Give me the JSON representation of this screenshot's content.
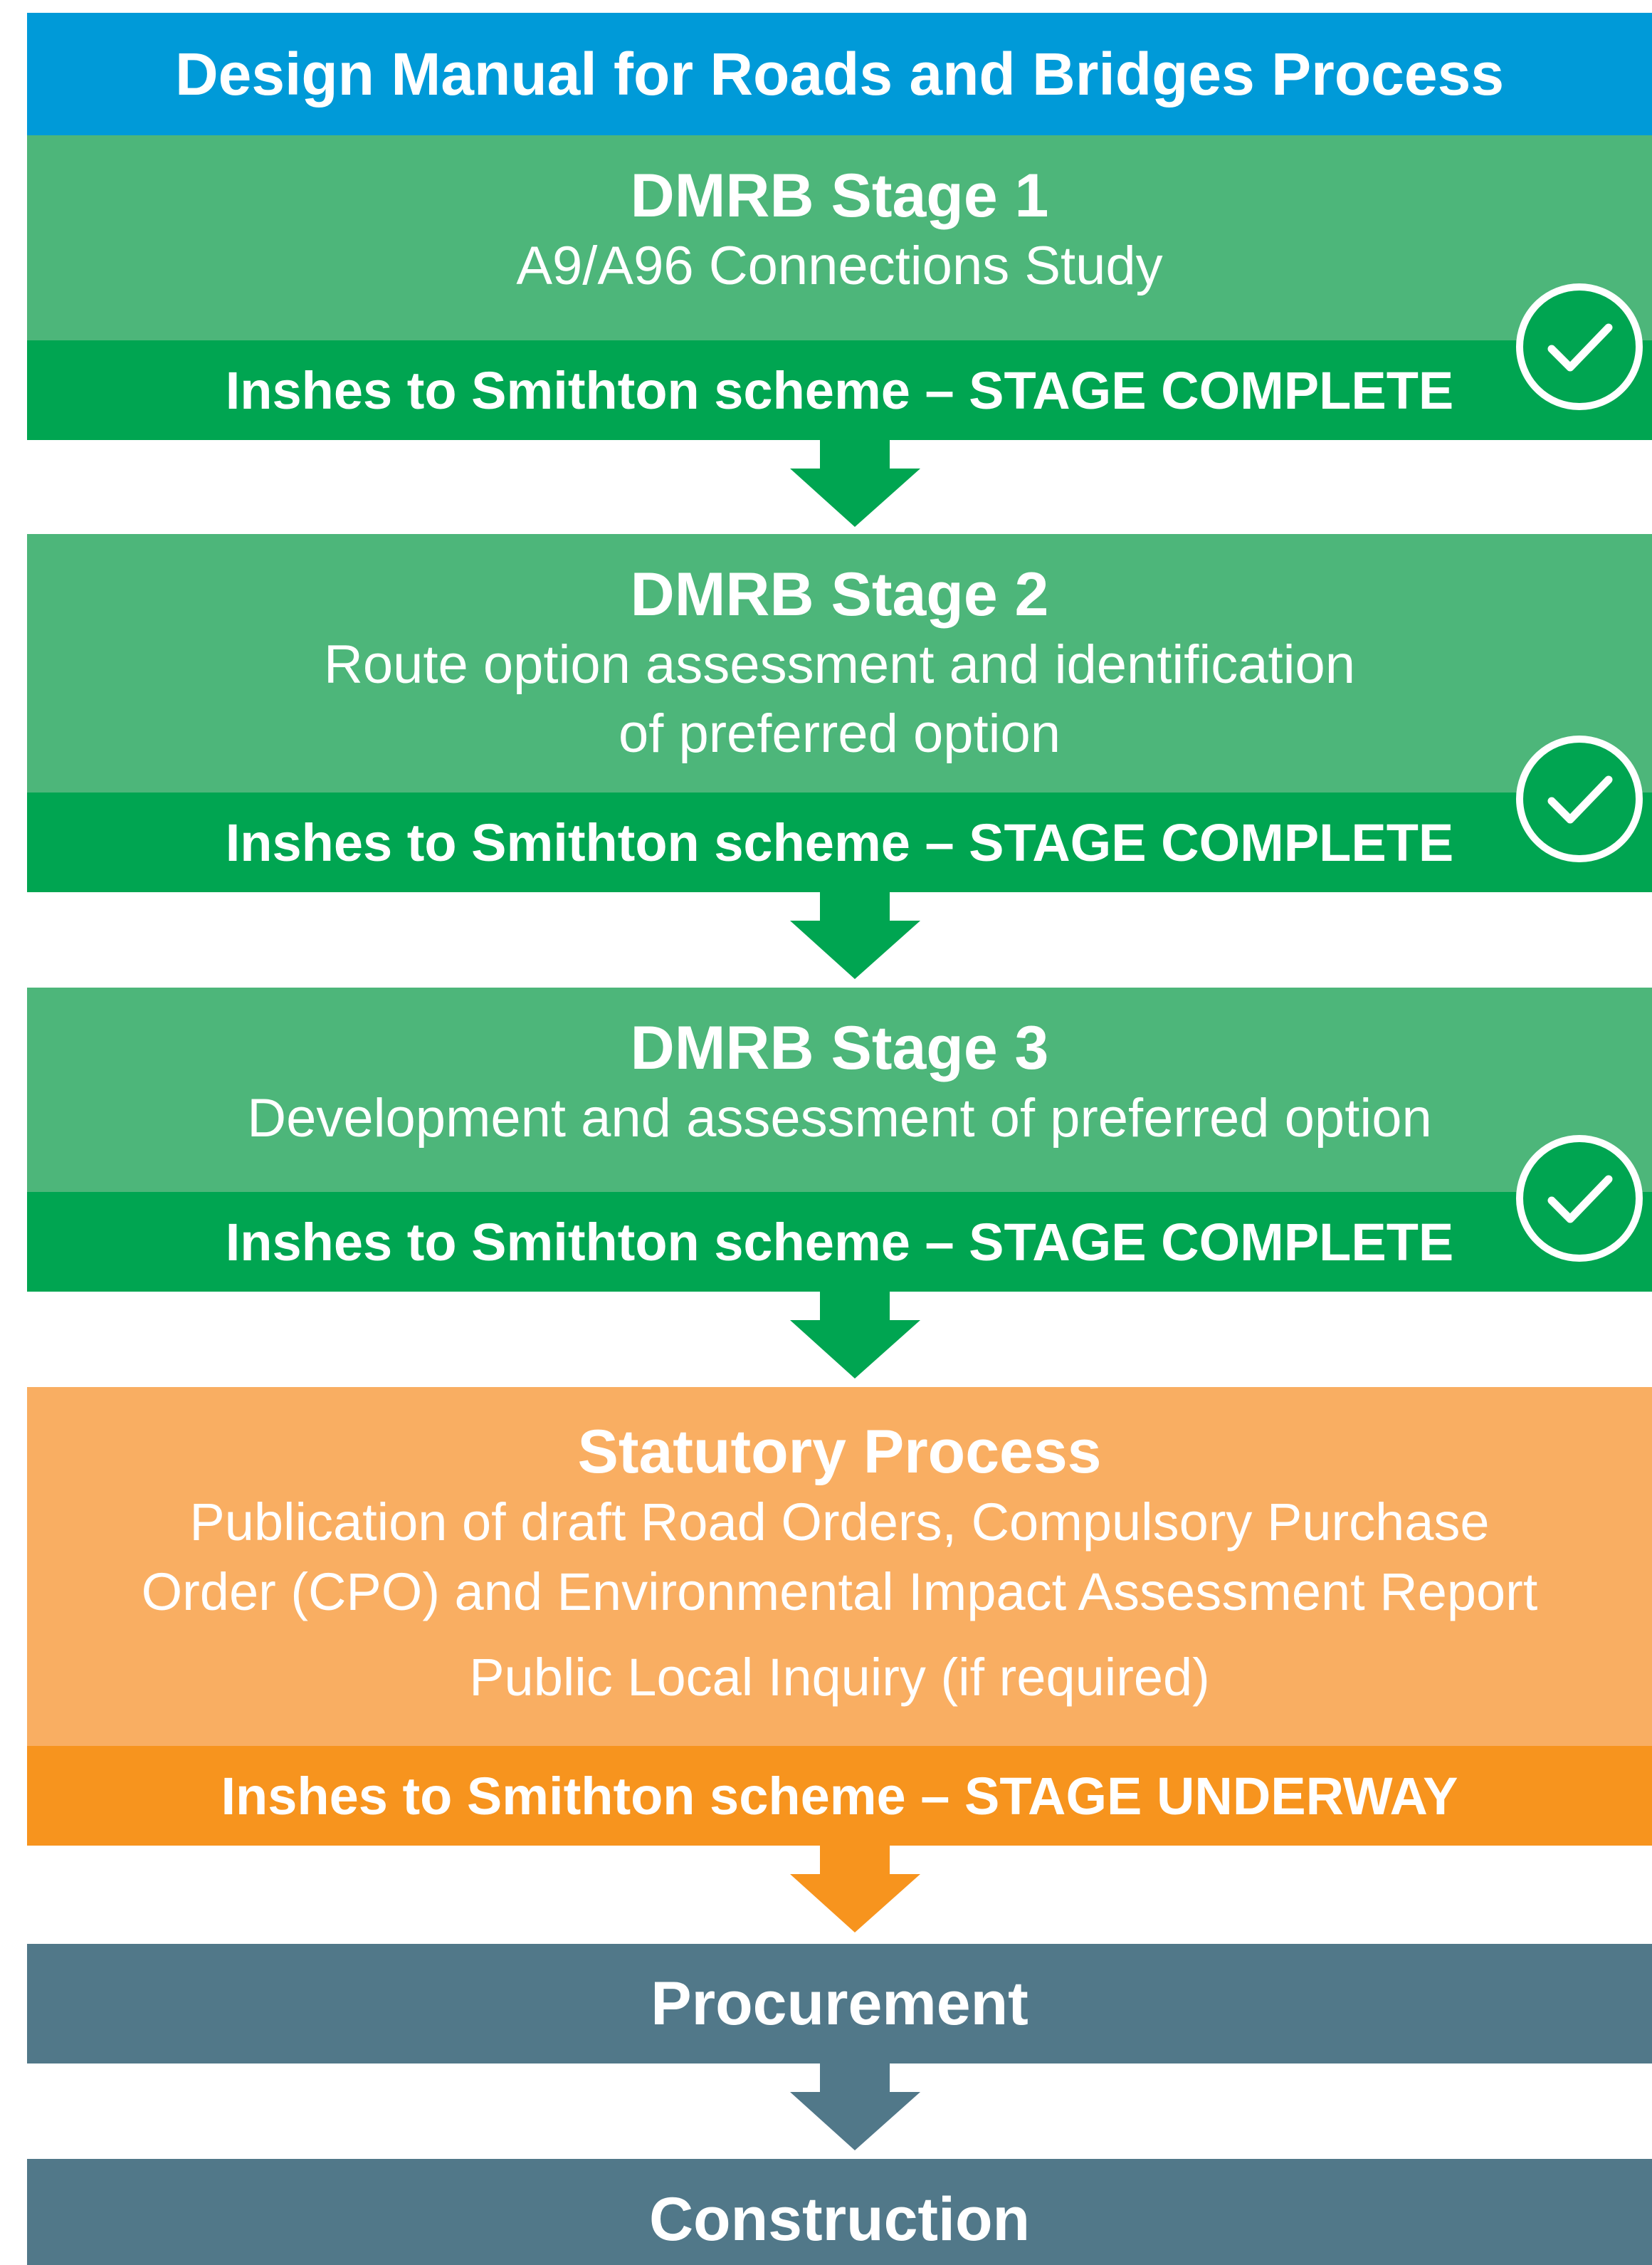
{
  "title": "Design Manual for Roads and Bridges Process",
  "stages": [
    {
      "heading": "DMRB Stage 1",
      "description": "A9/A96 Connections Study",
      "status": "Inshes to Smithton scheme – STAGE COMPLETE",
      "complete": true
    },
    {
      "heading": "DMRB Stage 2",
      "description_line1": "Route option assessment and identification",
      "description_line2": "of preferred option",
      "status": "Inshes to Smithton scheme – STAGE COMPLETE",
      "complete": true
    },
    {
      "heading": "DMRB Stage 3",
      "description": "Development and assessment of preferred option",
      "status": "Inshes to Smithton scheme – STAGE COMPLETE",
      "complete": true
    }
  ],
  "statutory": {
    "heading": "Statutory Process",
    "description_line1": "Publication of draft Road Orders, Compulsory Purchase",
    "description_line2": "Order (CPO) and Environmental Impact Assessment Report",
    "inquiry": "Public Local Inquiry (if required)",
    "status": "Inshes to Smithton scheme – STAGE UNDERWAY"
  },
  "procurement": {
    "heading": "Procurement"
  },
  "construction": {
    "heading": "Construction"
  },
  "icons": {
    "complete": "check-circle-icon",
    "flow": "down-arrow-icon"
  },
  "colors": {
    "title_bar": "#009ad8",
    "stage_light_green": "#4db67a",
    "stage_dark_green": "#00a551",
    "statutory_light_orange": "#f9ae62",
    "statutory_dark_orange": "#f7941e",
    "final_steps_slate": "#517889"
  }
}
